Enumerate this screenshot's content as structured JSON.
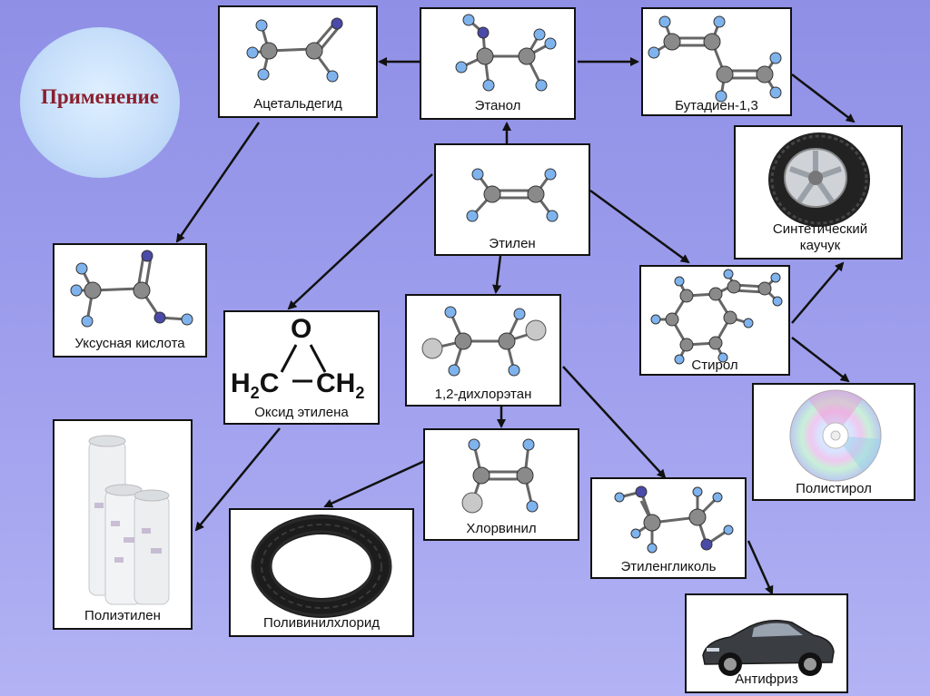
{
  "title": "Применение",
  "nodes": {
    "acetaldehyde": "Ацетальдегид",
    "ethanol": "Этанол",
    "butadiene": "Бутадиен-1,3",
    "rubber": "Синтетический каучук",
    "ethylene": "Этилен",
    "acetic_acid": "Уксусная кислота",
    "ethylene_oxide": "Оксид этилена",
    "dichloroethane": "1,2-дихлорэтан",
    "styrene": "Стирол",
    "polystyrene": "Полистирол",
    "polyethylene": "Полиэтилен",
    "vinyl_chloride": "Хлорвинил",
    "pvc": "Поливинилхлорид",
    "ethylene_glycol": "Этиленгликоль",
    "antifreeze": "Антифриз"
  },
  "formula": {
    "o": "O",
    "h2c": "H",
    "h2c_sub": "2",
    "h2c_c": "C",
    "ch2_c": "CH",
    "ch2_sub": "2"
  },
  "colors": {
    "background": "#9a9aec",
    "title": "#8a1f2e",
    "carbon": "#888888",
    "hydrogen": "#7fb3ee",
    "oxygen": "#4a4aa8",
    "chlorine": "#c8c8c8"
  }
}
